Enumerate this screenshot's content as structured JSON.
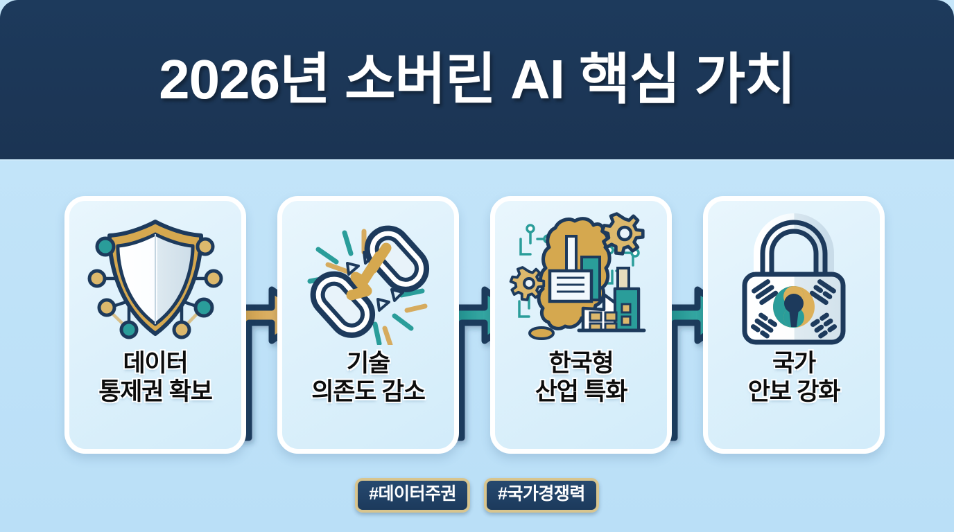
{
  "header": {
    "title": "2026년 소버린 AI 핵심 가치"
  },
  "colors": {
    "navy": "#1d3a5c",
    "gold": "#d5a84f",
    "teal": "#2a9d9a",
    "background": "#bfe2f8",
    "card_background": "#e3f2fc",
    "card_border": "#ffffff",
    "label_text": "#0c0c0c",
    "tag_background": "#1c3a5c",
    "tag_border": "#d8c58e"
  },
  "cards": [
    {
      "id": "data-sovereignty",
      "icon": "shield-network-icon",
      "label": "데이터\n통제권 확보",
      "line1": "데이터",
      "line2": "통제권 확보"
    },
    {
      "id": "tech-independence",
      "icon": "broken-chain-icon",
      "label": "기술\n의존도 감소",
      "line1": "기술",
      "line2": "의존도 감소"
    },
    {
      "id": "korean-industry",
      "icon": "korea-map-factory-icon",
      "label": "한국형\n산업 특화",
      "line1": "한국형",
      "line2": "산업 특화"
    },
    {
      "id": "national-security",
      "icon": "korean-flag-padlock-icon",
      "label": "국가\n안보 강화",
      "line1": "국가",
      "line2": "안보 강화"
    }
  ],
  "arrows": [
    {
      "id": "arrow-1",
      "from": "data-sovereignty",
      "to": "tech-independence",
      "color": "#d5a84f",
      "name": "elbow-arrow-icon"
    },
    {
      "id": "arrow-2",
      "from": "tech-independence",
      "to": "korean-industry",
      "color": "#2a9d9a",
      "name": "elbow-arrow-icon"
    },
    {
      "id": "arrow-3",
      "from": "korean-industry",
      "to": "national-security",
      "color": "#1e9a96",
      "name": "elbow-arrow-icon"
    }
  ],
  "tags": [
    {
      "id": "tag-data-sovereignty",
      "label": "#데이터주권"
    },
    {
      "id": "tag-national-competitiveness",
      "label": "#국가경쟁력"
    }
  ]
}
